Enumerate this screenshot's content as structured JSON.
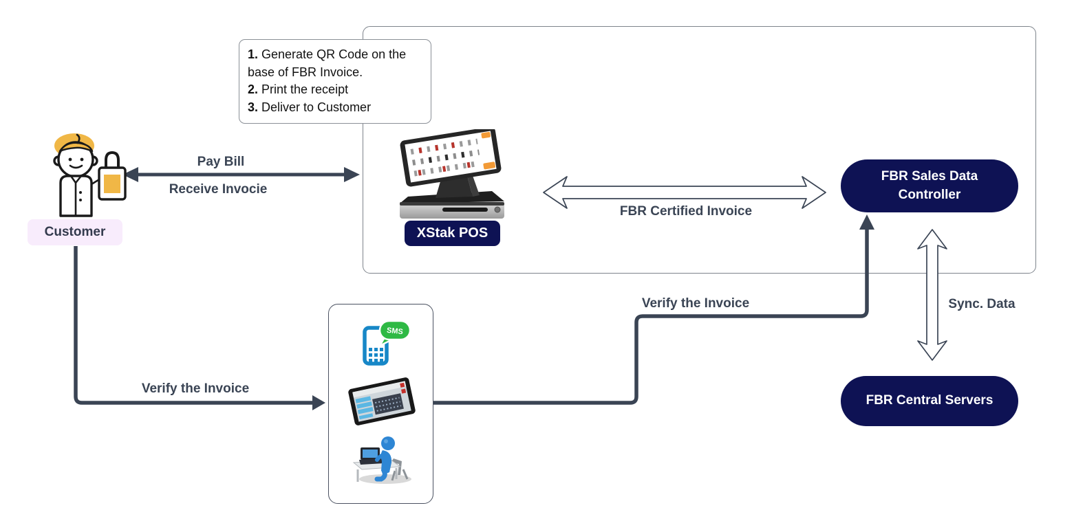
{
  "nodes": {
    "note": {
      "items": [
        {
          "num": "1.",
          "text": "Generate QR Code on the base of FBR Invoice."
        },
        {
          "num": "2.",
          "text": "Print the receipt"
        },
        {
          "num": "3.",
          "text": "Deliver to Customer"
        }
      ]
    },
    "customer_label": "Customer",
    "pos_label": "XStak POS",
    "controller_label": "FBR Sales Data Controller",
    "servers_label": "FBR Central Servers"
  },
  "edges": {
    "pay_bill": "Pay Bill",
    "receive_invoice": "Receive Invocie",
    "certified_invoice": "FBR Certified Invoice",
    "sync_data": "Sync. Data",
    "verify_customer": "Verify the Invoice",
    "verify_controller": "Verify the Invoice"
  },
  "icons": {
    "sms_badge": "SMS"
  },
  "colors": {
    "navy": "#0e1254",
    "slate": "#3a4454",
    "lavender": "#f8ecfc",
    "sms_blue": "#1787c7",
    "sms_green": "#2eb944"
  }
}
